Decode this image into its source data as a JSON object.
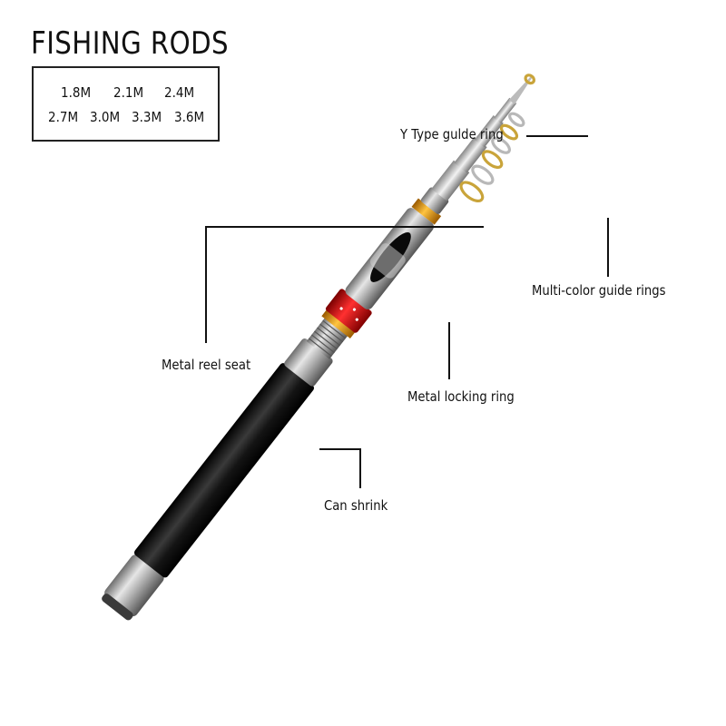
{
  "title": "FISHING RODS",
  "lengths": [
    "1.8M",
    "2.1M",
    "2.4M",
    "2.7M",
    "3.0M",
    "3.3M",
    "3.6M"
  ],
  "callouts": {
    "y_type_ring": "Y Type gulde ring",
    "guide_rings": "Multi-color guide rings",
    "reel_seat": "Metal reel seat",
    "locking_ring": "Metal locking ring",
    "can_shrink": "Can shrink"
  },
  "colors": {
    "handle": "#111111",
    "metal": "#b8b8b8",
    "locking_ring_red": "#d21a1a",
    "trim_gold": "#e8a21a"
  }
}
